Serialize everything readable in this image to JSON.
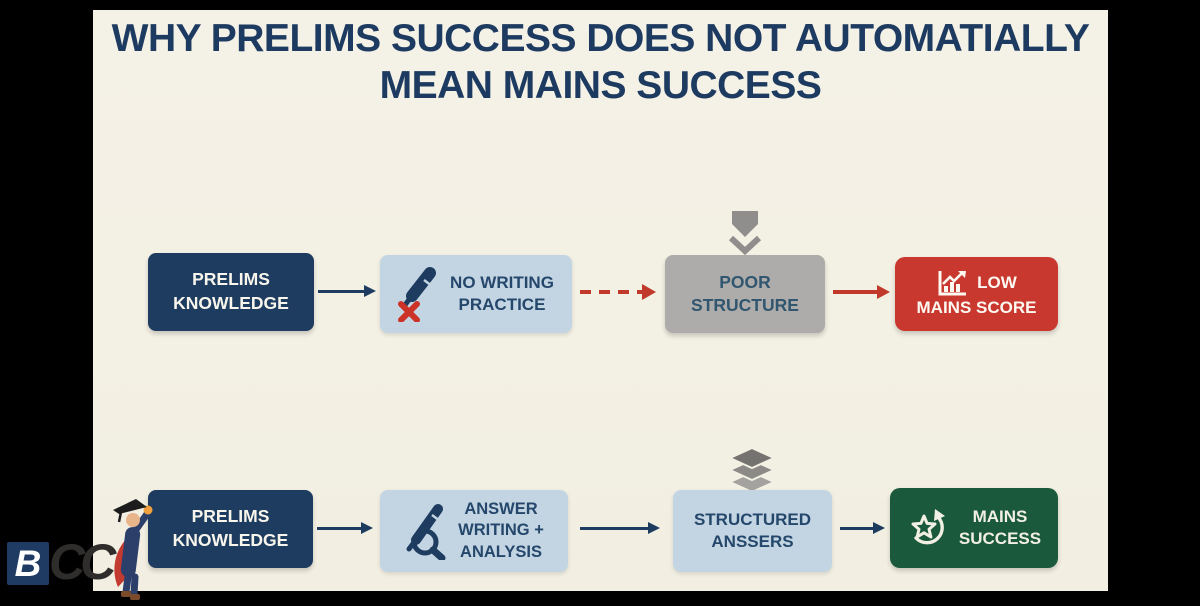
{
  "title": {
    "line1": "WHY PRELIMS SUCCESS DOES NOT AUTOMATIALLY",
    "line2": "MEAN MAINS SUCCESS"
  },
  "colors": {
    "background": "#000000",
    "canvas": "#f3f0e4",
    "navy": "#1e3c5f",
    "light_blue": "#c3d5e3",
    "gray": "#aeacaa",
    "red": "#c9382e",
    "green": "#1a593b",
    "arrow_red": "#c0392b",
    "icon_gray": "#8f8e8c"
  },
  "flow_top": {
    "box1": {
      "line1": "PRELIMS",
      "line2": "KNOWLEDGE"
    },
    "box2": {
      "line1": "NO WRITING",
      "line2": "PRACTICE",
      "icon": "pen-crossed-icon"
    },
    "box3": {
      "line1": "POOR",
      "line2": "STRUCTURE",
      "icon_above": "down-arrow-icon"
    },
    "box4": {
      "line1": "LOW",
      "line2": "MAINS SCORE",
      "icon": "score-chart-icon"
    }
  },
  "flow_bottom": {
    "box1": {
      "line1": "PRELIMS",
      "line2": "KNOWLEDGE"
    },
    "box2": {
      "line1": "ANSWER",
      "line2": "WRITING +",
      "line3": "ANALYSIS",
      "icon": "pen-magnifier-icon"
    },
    "box3": {
      "line1": "STRUCTURED",
      "line2": "ANSSERS",
      "icon_above": "layers-icon"
    },
    "box4": {
      "line1": "MAINS",
      "line2": "SUCCESS",
      "icon": "star-circle-icon"
    }
  },
  "logo": {
    "letter_b": "B",
    "letters_cc": "CC",
    "figure": "graduate-figure"
  }
}
